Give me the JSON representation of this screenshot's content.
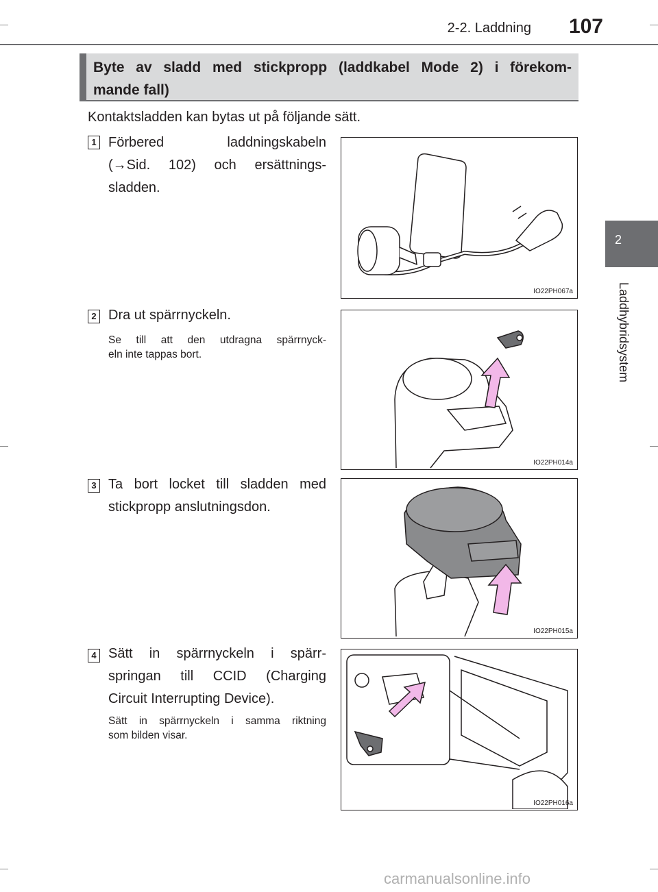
{
  "header": {
    "section": "2-2. Laddning",
    "page_number": "107"
  },
  "side_tab": {
    "chapter": "2",
    "label": "Laddhybridsystem"
  },
  "title": {
    "line1": "Byte av sladd med stickpropp (laddkabel Mode 2) i förekom-",
    "line2": "mande fall)"
  },
  "intro": "Kontaktsladden kan bytas ut på följande sätt.",
  "steps": [
    {
      "num": "1",
      "lines": [
        "Förbered laddningskabeln",
        "(→Sid. 102) och ersättnings-",
        "sladden."
      ],
      "note": "",
      "figure": "IO22PH067a"
    },
    {
      "num": "2",
      "lines": [
        "Dra ut spärrnyckeln."
      ],
      "note_lines": [
        "Se till att den utdragna spärrnyck-",
        "eln inte tappas bort."
      ],
      "figure": "IO22PH014a"
    },
    {
      "num": "3",
      "lines": [
        "Ta bort locket till sladden med",
        "stickpropp anslutningsdon."
      ],
      "note": "",
      "figure": "IO22PH015a"
    },
    {
      "num": "4",
      "lines": [
        "Sätt in spärrnyckeln i spärr-",
        "springan till CCID (Charging",
        "Circuit Interrupting Device)."
      ],
      "note_lines": [
        "Sätt in spärrnyckeln i samma riktning",
        "som bilden visar."
      ],
      "figure": "IO22PH016a"
    }
  ],
  "colors": {
    "accent_gray": "#6d6e71",
    "title_bg": "#d9dadb",
    "arrow_pink": "#f2b8e8"
  }
}
